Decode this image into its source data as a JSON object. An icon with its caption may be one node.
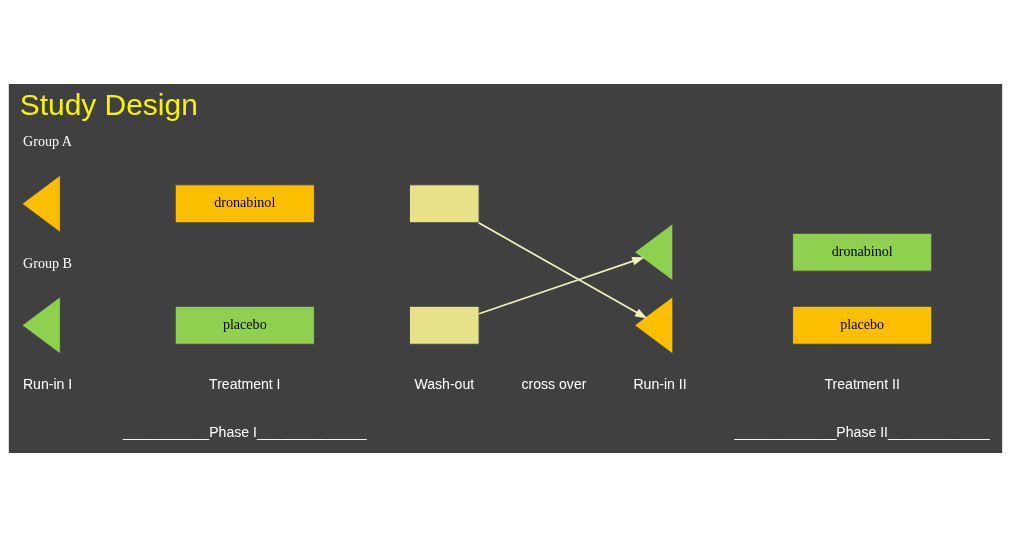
{
  "diagram": {
    "title": "Study Design",
    "nodes": [
      {
        "text": [],
        "shape": "triangle"
      },
      {
        "text": [
          "dronabinol"
        ]
      },
      {
        "text": [],
        "shape": "box"
      },
      {
        "text": [],
        "shape": "triangle"
      },
      {
        "text": [
          "dronabinol"
        ]
      },
      {
        "text": [],
        "shape": "triangle"
      },
      {
        "text": [
          "placebo"
        ]
      },
      {
        "text": [],
        "shape": "box"
      },
      {
        "text": [],
        "shape": "triangle"
      },
      {
        "text": [
          "placebo"
        ]
      }
    ],
    "edges": [
      {
        "from": 2,
        "to": 8,
        "arrow": "to"
      },
      {
        "from": 7,
        "to": 3,
        "arrow": "to"
      }
    ],
    "labels": [
      "Group A",
      "Group B",
      "Run-in I",
      "Treatment I",
      "Wash-out",
      "cross over",
      "Run-in II",
      "Treatment II",
      "___________Phase I______________",
      "_____________Phase II_____________"
    ]
  }
}
